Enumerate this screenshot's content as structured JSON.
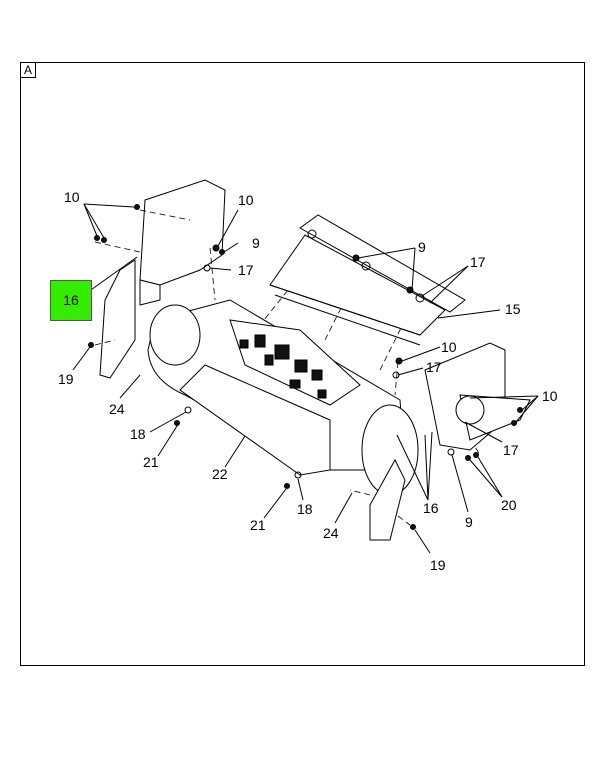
{
  "view_label": "A",
  "highlight": {
    "label": "16",
    "color": "#33ee00"
  },
  "callouts": [
    {
      "id": "c10a",
      "text": "10"
    },
    {
      "id": "c10b",
      "text": "10"
    },
    {
      "id": "c9a",
      "text": "9"
    },
    {
      "id": "c17a",
      "text": "17"
    },
    {
      "id": "c9b",
      "text": "9"
    },
    {
      "id": "c17b",
      "text": "17"
    },
    {
      "id": "c15",
      "text": "15"
    },
    {
      "id": "c10c",
      "text": "10"
    },
    {
      "id": "c17c",
      "text": "17"
    },
    {
      "id": "c10d",
      "text": "10"
    },
    {
      "id": "c17d",
      "text": "17"
    },
    {
      "id": "c16",
      "text": "16"
    },
    {
      "id": "c20",
      "text": "20"
    },
    {
      "id": "c9c",
      "text": "9"
    },
    {
      "id": "c19a",
      "text": "19"
    },
    {
      "id": "c24a",
      "text": "24"
    },
    {
      "id": "c18a",
      "text": "18"
    },
    {
      "id": "c21a",
      "text": "21"
    },
    {
      "id": "c22",
      "text": "22"
    },
    {
      "id": "c21b",
      "text": "21"
    },
    {
      "id": "c18b",
      "text": "18"
    },
    {
      "id": "c24b",
      "text": "24"
    },
    {
      "id": "c19b",
      "text": "19"
    }
  ]
}
